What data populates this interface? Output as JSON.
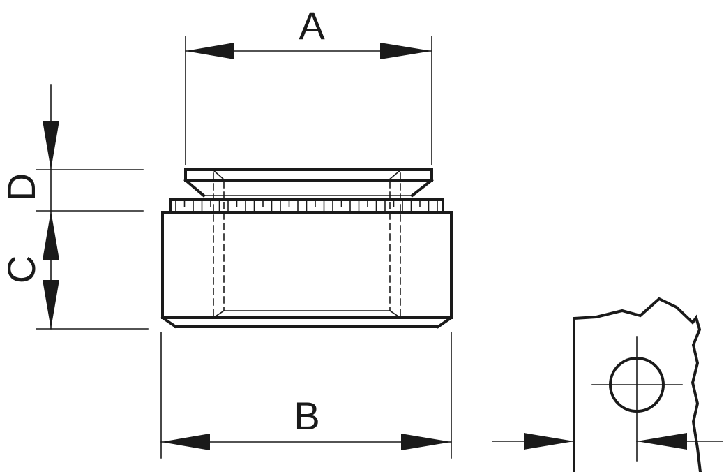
{
  "dimension_labels": {
    "a": "A",
    "b": "B",
    "c": "C",
    "d": "D"
  }
}
